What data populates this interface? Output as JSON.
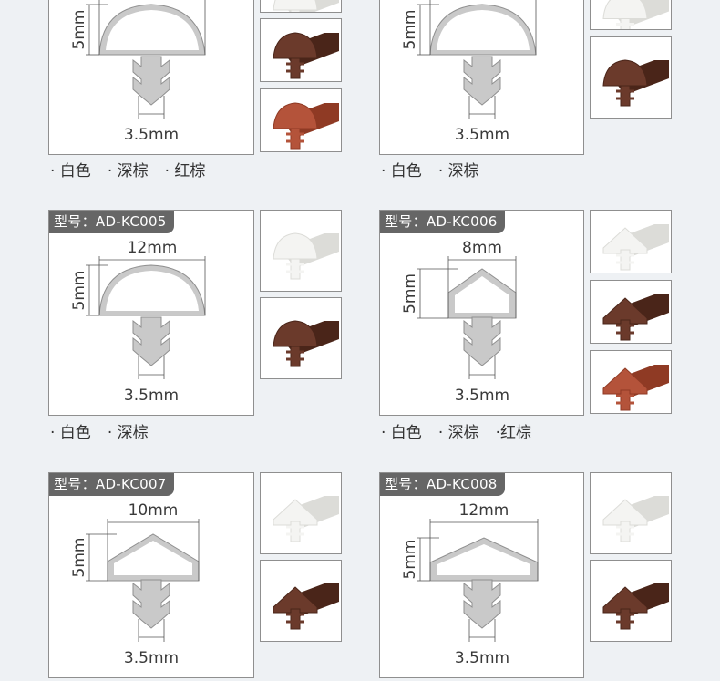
{
  "products": [
    {
      "model": "",
      "width": "",
      "height": "5mm",
      "stem": "3.5mm",
      "shape": "dome",
      "colors": [
        "· 白色",
        "· 深棕",
        "· 红棕"
      ],
      "swatches": [
        "white",
        "dark",
        "red"
      ]
    },
    {
      "model": "",
      "width": "",
      "height": "5mm",
      "stem": "3.5mm",
      "shape": "dome",
      "colors": [
        "· 白色",
        "· 深棕"
      ],
      "swatches": [
        "white",
        "dark"
      ]
    },
    {
      "model": "型号：AD-KC005",
      "width": "12mm",
      "height": "5mm",
      "stem": "3.5mm",
      "shape": "dome",
      "colors": [
        "· 白色",
        "· 深棕"
      ],
      "swatches": [
        "white",
        "dark"
      ]
    },
    {
      "model": "型号：AD-KC006",
      "width": "8mm",
      "height": "5mm",
      "stem": "3.5mm",
      "shape": "peak-narrow",
      "colors": [
        "· 白色",
        "· 深棕",
        "·红棕"
      ],
      "swatches": [
        "white",
        "dark",
        "red"
      ]
    },
    {
      "model": "型号：AD-KC007",
      "width": "10mm",
      "height": "5mm",
      "stem": "3.5mm",
      "shape": "peak-wide",
      "colors": [],
      "swatches": [
        "white",
        "dark"
      ]
    },
    {
      "model": "型号：AD-KC008",
      "width": "12mm",
      "height": "5mm",
      "stem": "3.5mm",
      "shape": "peak-wider",
      "colors": [],
      "swatches": [
        "white",
        "dark"
      ]
    }
  ],
  "swatch_colors": {
    "white": "#f4f4f2",
    "dark": "#6b3a2b",
    "red": "#b4533a"
  }
}
